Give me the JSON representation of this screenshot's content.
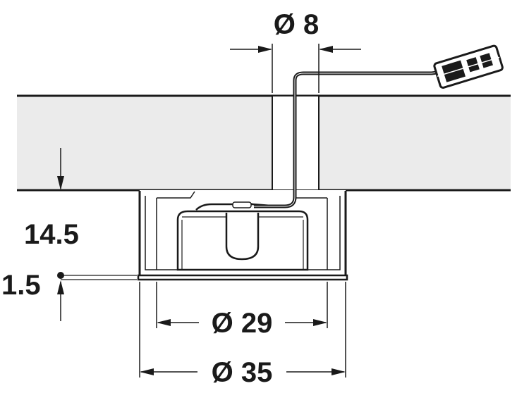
{
  "dimensions": {
    "hole_diameter": "Ø 8",
    "inner_diameter": "Ø 29",
    "outer_diameter": "Ø 35",
    "recess_depth": "14.5",
    "flange_height": "1.5"
  },
  "colors": {
    "panel_fill": "#ebebeb",
    "line": "#1a1a1a",
    "cable": "#1a1a1a",
    "lamp_fill": "#ffffff",
    "background": "#ffffff"
  },
  "icons": [
    "connector-plug-icon",
    "dimension-arrow-icon"
  ]
}
